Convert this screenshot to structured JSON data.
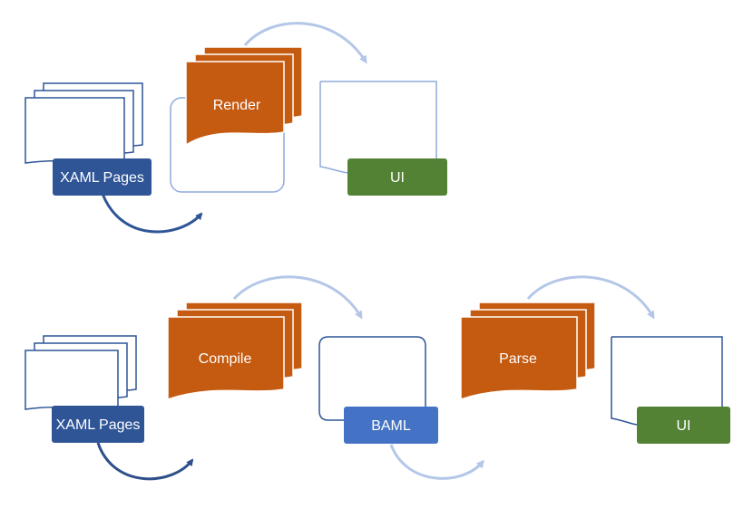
{
  "colors": {
    "navy": "#2f5597",
    "outline_blue": "#2f5597",
    "light_blue_line": "#8faadc",
    "arrow_light": "#b4c7e7",
    "orange": "#c55a11",
    "green": "#548235",
    "baml_blue": "#4472c4",
    "white": "#ffffff"
  },
  "top_flow": {
    "source_label": "XAML Pages",
    "process_label": "Render",
    "result_label": "UI"
  },
  "bottom_flow": {
    "source_label": "XAML Pages",
    "compile_label": "Compile",
    "intermediate_label": "BAML",
    "parse_label": "Parse",
    "result_label": "UI"
  }
}
